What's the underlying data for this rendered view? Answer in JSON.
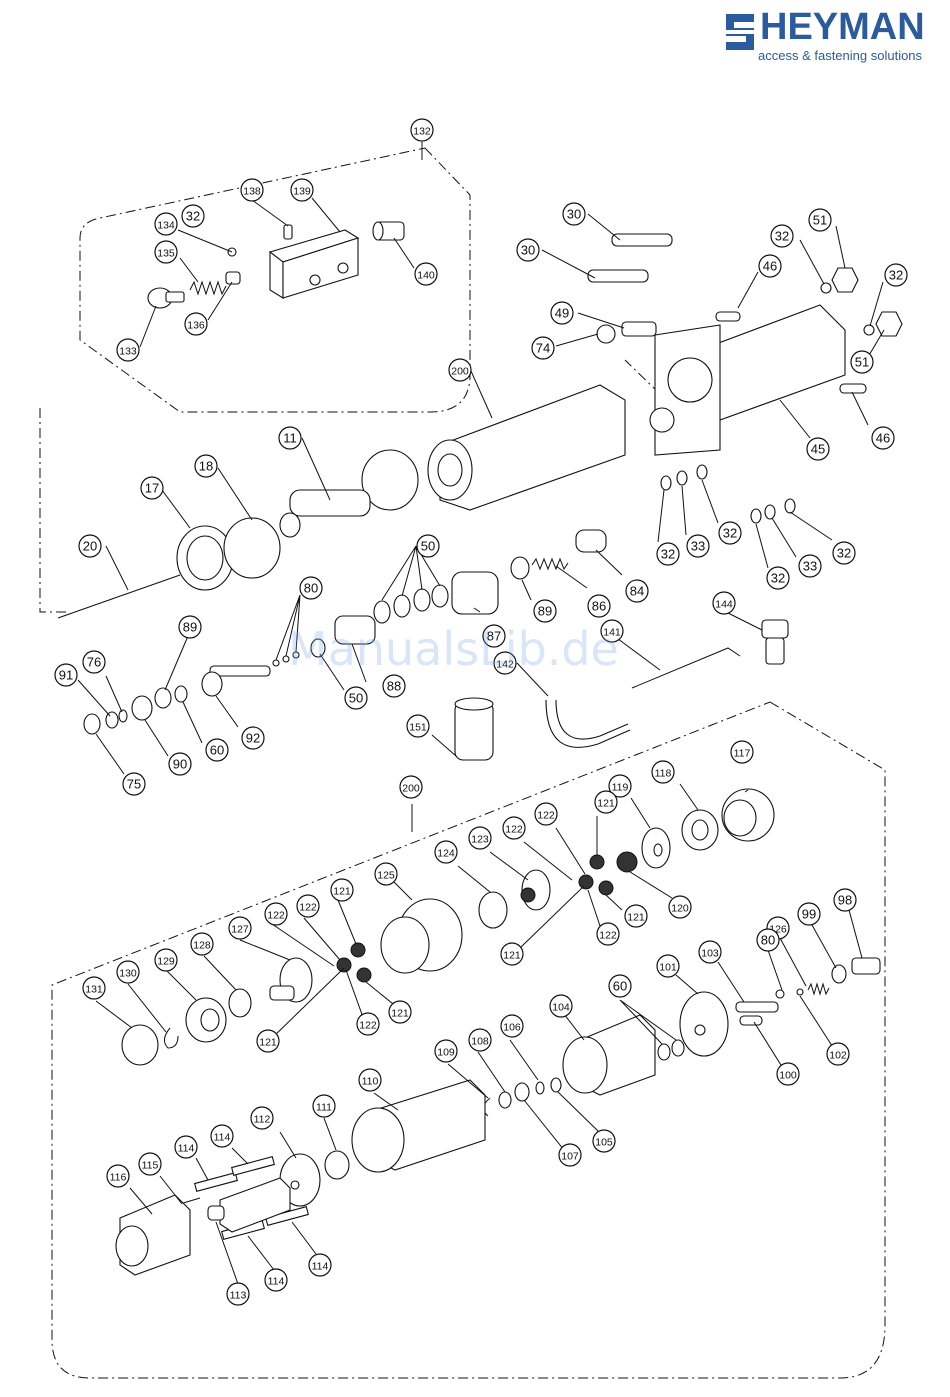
{
  "brand": {
    "name": "HEYMAN",
    "tagline": "access & fastening solutions",
    "color": "#2a5b9c"
  },
  "watermark": "ManualsLib.de",
  "callouts": [
    {
      "id": "c132",
      "label": "132"
    },
    {
      "id": "c138",
      "label": "138"
    },
    {
      "id": "c139",
      "label": "139"
    },
    {
      "id": "c134",
      "label": "134"
    },
    {
      "id": "c32a",
      "label": "32"
    },
    {
      "id": "c135",
      "label": "135"
    },
    {
      "id": "c140",
      "label": "140"
    },
    {
      "id": "c136",
      "label": "136"
    },
    {
      "id": "c133",
      "label": "133"
    },
    {
      "id": "c30a",
      "label": "30"
    },
    {
      "id": "c30b",
      "label": "30"
    },
    {
      "id": "c49",
      "label": "49"
    },
    {
      "id": "c74",
      "label": "74"
    },
    {
      "id": "c46a",
      "label": "46"
    },
    {
      "id": "c32b",
      "label": "32"
    },
    {
      "id": "c51a",
      "label": "51"
    },
    {
      "id": "c32c",
      "label": "32"
    },
    {
      "id": "c51b",
      "label": "51"
    },
    {
      "id": "c46b",
      "label": "46"
    },
    {
      "id": "c200a",
      "label": "200"
    },
    {
      "id": "c45",
      "label": "45"
    },
    {
      "id": "c11",
      "label": "11"
    },
    {
      "id": "c18",
      "label": "18"
    },
    {
      "id": "c17",
      "label": "17"
    },
    {
      "id": "c20",
      "label": "20"
    },
    {
      "id": "c50a",
      "label": "50"
    },
    {
      "id": "c32d",
      "label": "32"
    },
    {
      "id": "c33a",
      "label": "33"
    },
    {
      "id": "c32e",
      "label": "32"
    },
    {
      "id": "c32f",
      "label": "32"
    },
    {
      "id": "c33b",
      "label": "33"
    },
    {
      "id": "c32g",
      "label": "32"
    },
    {
      "id": "c84",
      "label": "84"
    },
    {
      "id": "c86",
      "label": "86"
    },
    {
      "id": "c89a",
      "label": "89"
    },
    {
      "id": "c80a",
      "label": "80"
    },
    {
      "id": "c87",
      "label": "87"
    },
    {
      "id": "c144",
      "label": "144"
    },
    {
      "id": "c141",
      "label": "141"
    },
    {
      "id": "c142",
      "label": "142"
    },
    {
      "id": "c88",
      "label": "88"
    },
    {
      "id": "c50b",
      "label": "50"
    },
    {
      "id": "c89b",
      "label": "89"
    },
    {
      "id": "c91",
      "label": "91"
    },
    {
      "id": "c76",
      "label": "76"
    },
    {
      "id": "c92",
      "label": "92"
    },
    {
      "id": "c60a",
      "label": "60"
    },
    {
      "id": "c90",
      "label": "90"
    },
    {
      "id": "c75",
      "label": "75"
    },
    {
      "id": "c151",
      "label": "151"
    },
    {
      "id": "c200b",
      "label": "200"
    },
    {
      "id": "c117",
      "label": "117"
    },
    {
      "id": "c118",
      "label": "118"
    },
    {
      "id": "c119",
      "label": "119"
    },
    {
      "id": "c121a",
      "label": "121"
    },
    {
      "id": "c122a",
      "label": "122"
    },
    {
      "id": "c122b",
      "label": "122"
    },
    {
      "id": "c123",
      "label": "123"
    },
    {
      "id": "c124",
      "label": "124"
    },
    {
      "id": "c120",
      "label": "120"
    },
    {
      "id": "c121b",
      "label": "121"
    },
    {
      "id": "c122c",
      "label": "122"
    },
    {
      "id": "c121c",
      "label": "121"
    },
    {
      "id": "c125",
      "label": "125"
    },
    {
      "id": "c98",
      "label": "98"
    },
    {
      "id": "c99",
      "label": "99"
    },
    {
      "id": "c126",
      "label": "126"
    },
    {
      "id": "c80b",
      "label": "80"
    },
    {
      "id": "c103",
      "label": "103"
    },
    {
      "id": "c101",
      "label": "101"
    },
    {
      "id": "c121d",
      "label": "121"
    },
    {
      "id": "c122d",
      "label": "122"
    },
    {
      "id": "c122e",
      "label": "122"
    },
    {
      "id": "c127",
      "label": "127"
    },
    {
      "id": "c128",
      "label": "128"
    },
    {
      "id": "c129",
      "label": "129"
    },
    {
      "id": "c130",
      "label": "130"
    },
    {
      "id": "c131",
      "label": "131"
    },
    {
      "id": "c121e",
      "label": "121"
    },
    {
      "id": "c122f",
      "label": "122"
    },
    {
      "id": "c121f",
      "label": "121"
    },
    {
      "id": "c60b",
      "label": "60"
    },
    {
      "id": "c104",
      "label": "104"
    },
    {
      "id": "c102",
      "label": "102"
    },
    {
      "id": "c100",
      "label": "100"
    },
    {
      "id": "c109",
      "label": "109"
    },
    {
      "id": "c108",
      "label": "108"
    },
    {
      "id": "c106",
      "label": "106"
    },
    {
      "id": "c110",
      "label": "110"
    },
    {
      "id": "c105",
      "label": "105"
    },
    {
      "id": "c107",
      "label": "107"
    },
    {
      "id": "c111",
      "label": "111"
    },
    {
      "id": "c112",
      "label": "112"
    },
    {
      "id": "c114a",
      "label": "114"
    },
    {
      "id": "c114b",
      "label": "114"
    },
    {
      "id": "c115",
      "label": "115"
    },
    {
      "id": "c116",
      "label": "116"
    },
    {
      "id": "c113",
      "label": "113"
    },
    {
      "id": "c114c",
      "label": "114"
    },
    {
      "id": "c114d",
      "label": "114"
    }
  ]
}
